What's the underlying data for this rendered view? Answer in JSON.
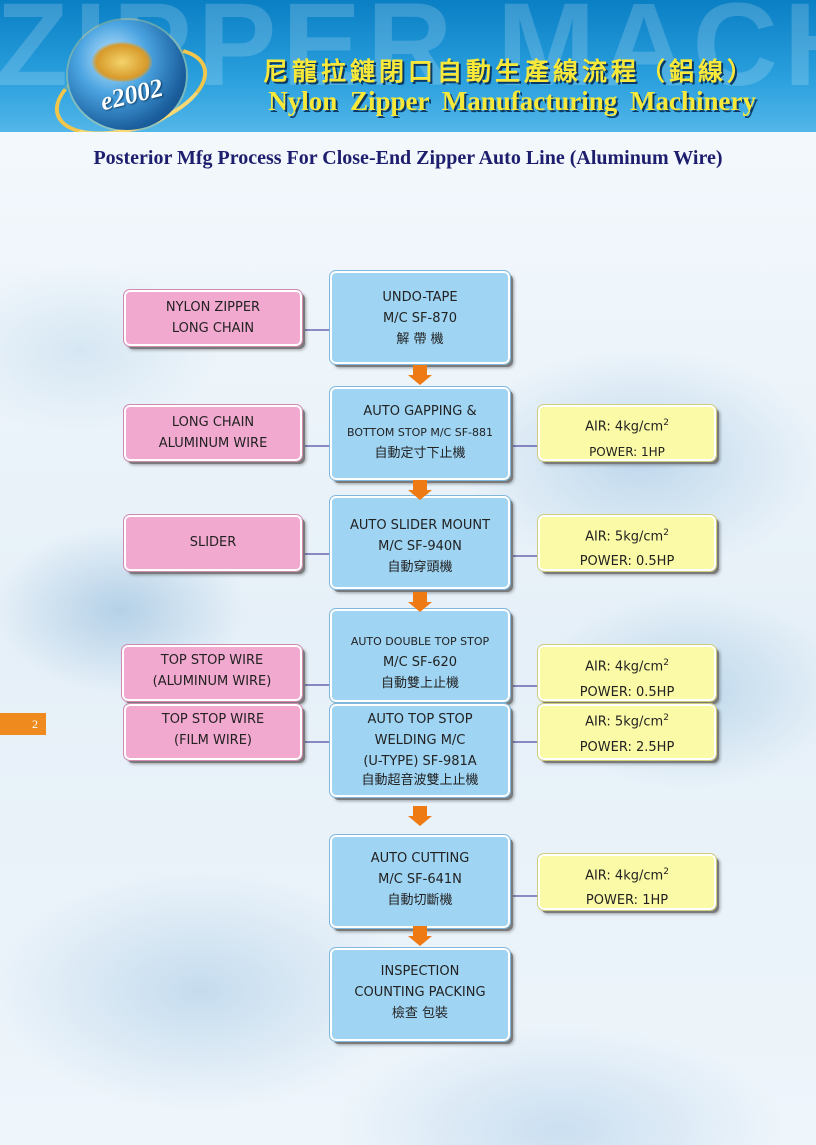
{
  "header": {
    "watermark": "ZIPPER MACHINE",
    "logo_text": "e2002",
    "title_zh": "尼龍拉鏈閉口自動生產線流程（鋁線）",
    "title_en": "Nylon Zipper Manufacturing Machinery"
  },
  "subtitle": "Posterior Mfg Process For Close-End Zipper Auto Line (Aluminum Wire)",
  "page_number": "2",
  "process": [
    {
      "lines": [
        "UNDO-TAPE",
        "M/C  SF-870",
        "解  帶  機"
      ]
    },
    {
      "lines": [
        "AUTO  GAPPING &",
        "BOTTOM STOP M/C SF-881",
        "自動定寸下止機"
      ]
    },
    {
      "lines": [
        "AUTO SLIDER MOUNT",
        "M/C  SF-940N",
        "自動穿頭機"
      ]
    },
    {
      "lines": [
        "AUTO DOUBLE TOP STOP",
        "M/C  SF-620",
        "自動雙上止機"
      ]
    },
    {
      "lines": [
        "AUTO TOP STOP",
        "WELDING M/C",
        "(U-TYPE)   SF-981A",
        "自動超音波雙上止機"
      ]
    },
    {
      "lines": [
        "AUTO CUTTING",
        "M/C  SF-641N",
        "自動切斷機"
      ]
    },
    {
      "lines": [
        "INSPECTION",
        "COUNTING PACKING",
        "檢查  包裝"
      ]
    }
  ],
  "inputs": [
    {
      "lines": [
        "NYLON ZIPPER",
        "LONG CHAIN"
      ]
    },
    {
      "lines": [
        "LONG CHAIN",
        "ALUMINUM  WIRE"
      ]
    },
    {
      "lines": [
        "SLIDER"
      ]
    },
    {
      "lines": [
        "TOP STOP WIRE",
        "(ALUMINUM WIRE)"
      ]
    },
    {
      "lines": [
        "TOP STOP WIRE",
        "(FILM WIRE)"
      ]
    }
  ],
  "utilities": [
    {
      "air": "AIR: 4kg/cm",
      "sup": "2",
      "power": "POWER: 1HP"
    },
    {
      "air": "AIR: 5kg/cm",
      "sup": "2",
      "power": "POWER: 0.5HP"
    },
    {
      "air": "AIR: 4kg/cm",
      "sup": "2",
      "power": "POWER: 0.5HP"
    },
    {
      "air": "AIR: 5kg/cm",
      "sup": "2",
      "power": "POWER: 2.5HP"
    },
    {
      "air": "AIR: 4kg/cm",
      "sup": "2",
      "power": "POWER: 1HP"
    }
  ],
  "colors": {
    "process": "#9fd4f3",
    "input": "#f2a9cf",
    "utility": "#fbfaa6",
    "arrow": "#ee7a13",
    "connector": "#2a1f8a"
  }
}
